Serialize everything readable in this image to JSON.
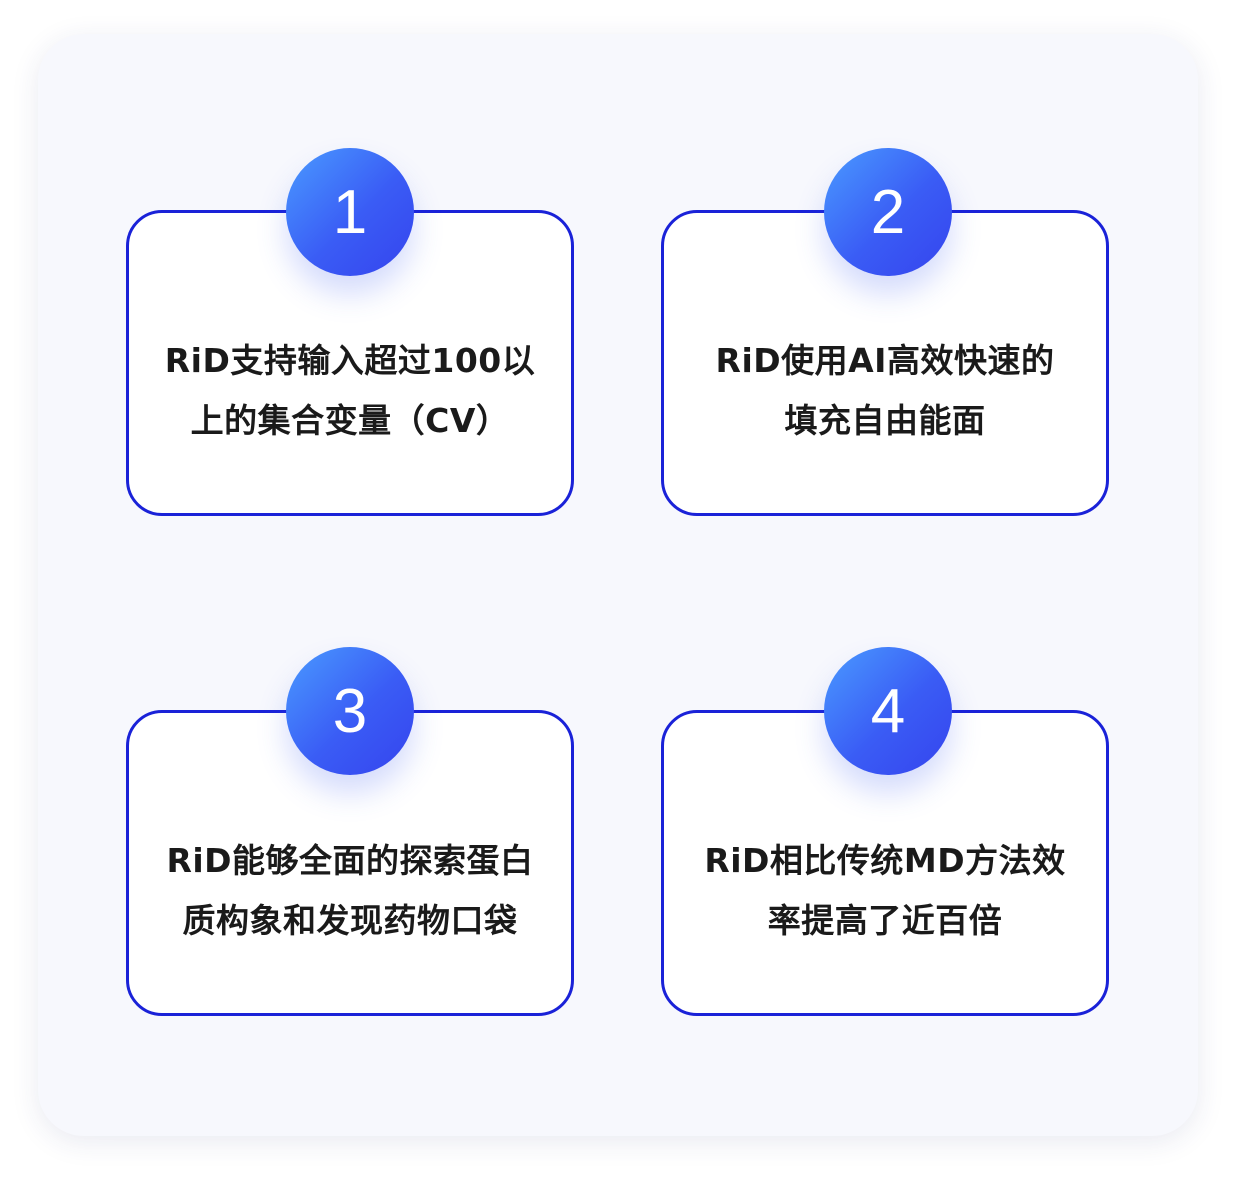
{
  "cards": [
    {
      "number": "1",
      "line1": "RiD支持输入超过100以",
      "line2": "上的集合变量（CV）"
    },
    {
      "number": "2",
      "line1": "RiD使用AI高效快速的",
      "line2": "填充自由能面"
    },
    {
      "number": "3",
      "line1": "RiD能够全面的探索蛋白",
      "line2": "质构象和发现药物口袋"
    },
    {
      "number": "4",
      "line1": "RiD相比传统MD方法效",
      "line2": "率提高了近百倍"
    }
  ],
  "colors": {
    "border": "#1a22d8",
    "badge_start": "#4a9bff",
    "badge_end": "#3544ee",
    "panel_bg": "#f7f8fd"
  }
}
